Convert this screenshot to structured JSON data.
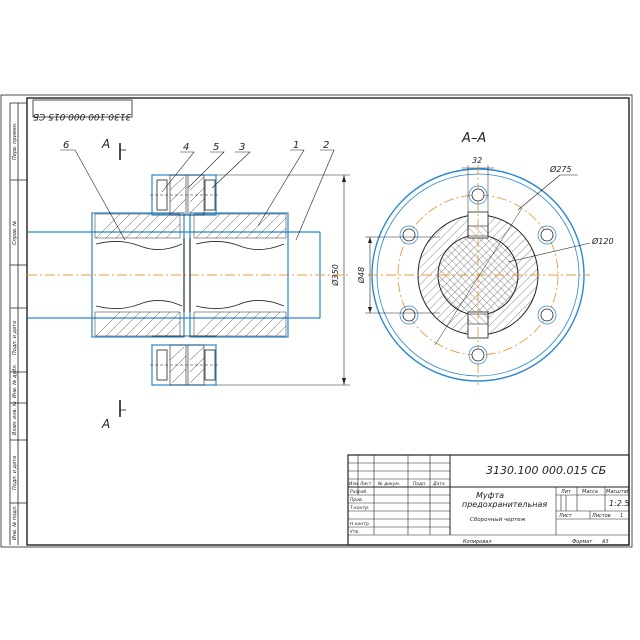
{
  "drawing_code": "3130.100 000.015 СБ",
  "drawing_code_mirrored": "3130.100 000.015 СБ",
  "section": {
    "title": "А–А",
    "mark_top": "А",
    "mark_bottom": "А"
  },
  "part_numbers": [
    "6",
    "4",
    "5",
    "3",
    "1",
    "2"
  ],
  "dimensions": {
    "d_overall": "Ø350",
    "d_keyway": "32",
    "d_bolt_circle": "Ø275",
    "d_hub": "Ø120",
    "d_bore": "Ø48"
  },
  "left_margin_labels": [
    "Перв. примен.",
    "Справ. №",
    "Подп. и дата",
    "Инв. № дубл.",
    "Взам. инв. №",
    "Подп. и дата",
    "Инв. № подл."
  ],
  "title_block": {
    "name_line1": "Муфта",
    "name_line2": "предохранительная",
    "doc_type": "Сборочный чертеж",
    "lit_label": "Лит",
    "mass_label": "Масса",
    "scale_label": "Масштаб",
    "scale_value": "1:2.5",
    "sheet_label": "Лист",
    "sheets_label": "Листов",
    "sheets_value": "1",
    "row_labels": [
      "Изм",
      "Лист",
      "№ докум.",
      "Подп.",
      "Дата"
    ],
    "role_labels": [
      "Разраб.",
      "Пров.",
      "Т.контр.",
      "",
      "Н.контр.",
      "Утв."
    ],
    "copied_label": "Копировал",
    "format_label": "Формат",
    "format_value": "А3"
  }
}
